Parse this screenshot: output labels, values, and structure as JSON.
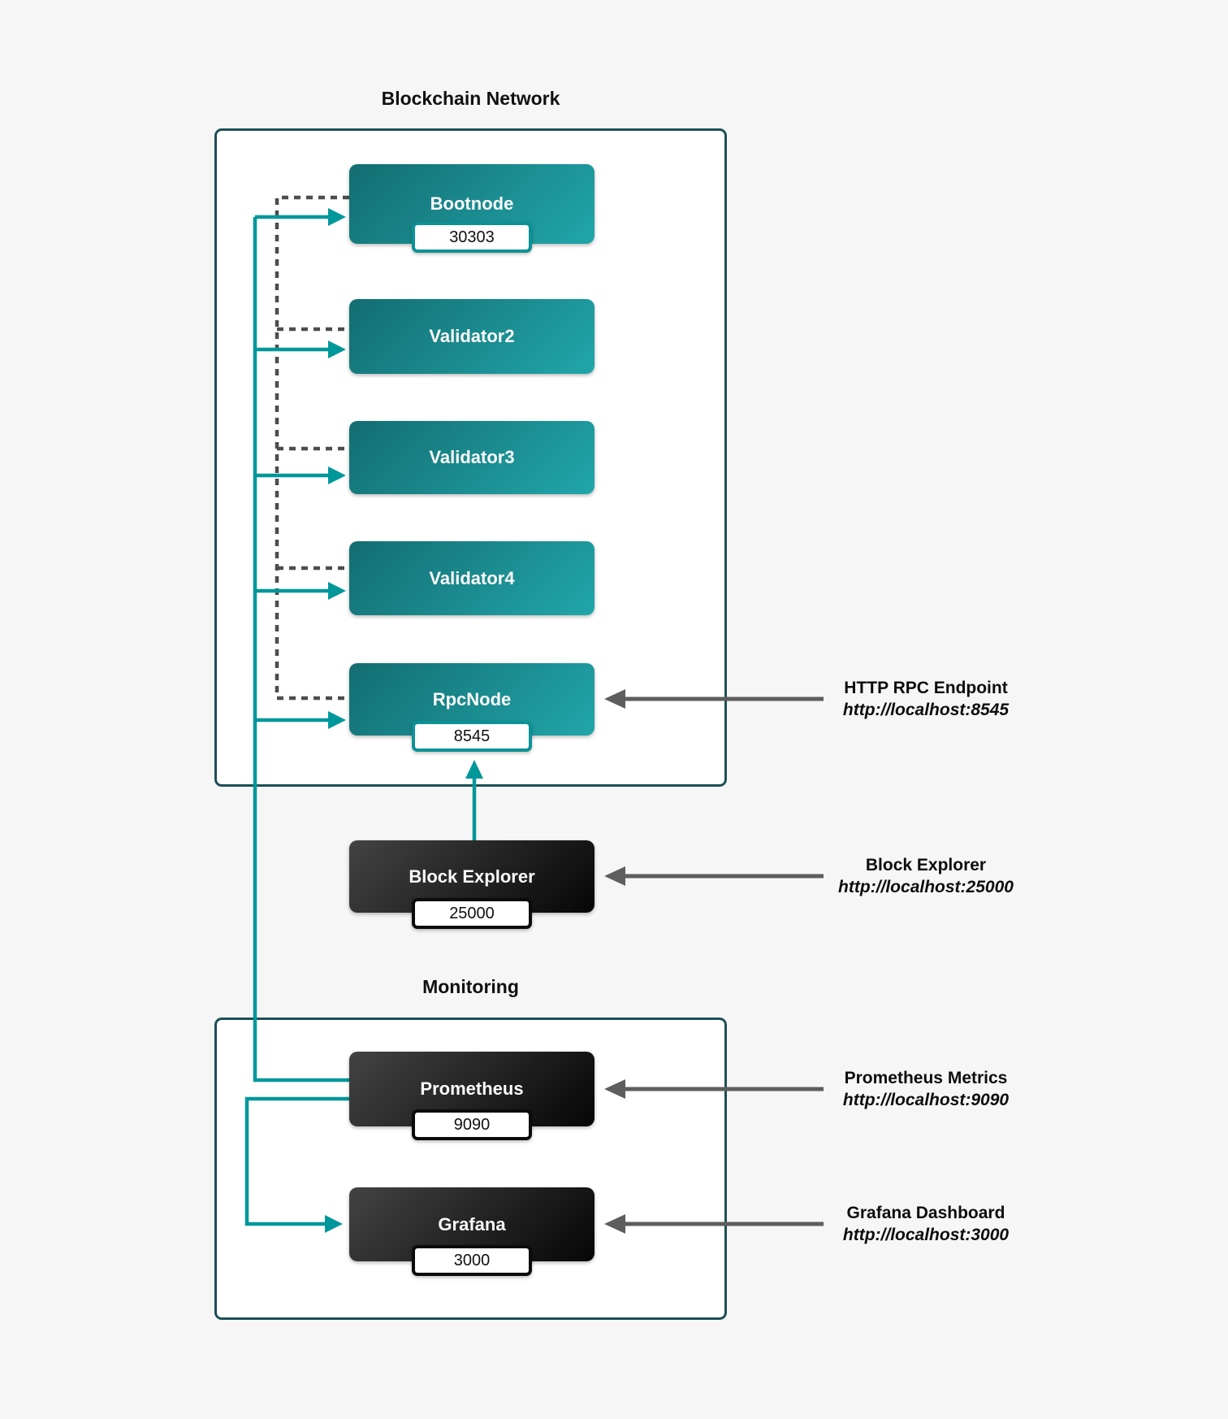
{
  "diagram": {
    "clusters": [
      {
        "title": "Blockchain Network"
      },
      {
        "title": "Monitoring"
      }
    ],
    "nodes": {
      "bootnode": {
        "label": "Bootnode",
        "port": "30303"
      },
      "validator2": {
        "label": "Validator2"
      },
      "validator3": {
        "label": "Validator3"
      },
      "validator4": {
        "label": "Validator4"
      },
      "rpcnode": {
        "label": "RpcNode",
        "port": "8545"
      },
      "block_explorer": {
        "label": "Block Explorer",
        "port": "25000"
      },
      "prometheus": {
        "label": "Prometheus",
        "port": "9090"
      },
      "grafana": {
        "label": "Grafana",
        "port": "3000"
      }
    },
    "callouts": [
      {
        "title": "HTTP RPC Endpoint",
        "url": "http://localhost:8545"
      },
      {
        "title": "Block Explorer",
        "url": "http://localhost:25000"
      },
      {
        "title": "Prometheus Metrics",
        "url": "http://localhost:9090"
      },
      {
        "title": "Grafana Dashboard",
        "url": "http://localhost:3000"
      }
    ],
    "colors": {
      "background": "#f6f6f7",
      "cluster_fill": "#ffffff",
      "cluster_border": "#1d4f57",
      "teal_node_gradient_start": "#136d71",
      "teal_node_gradient_end": "#21a6aa",
      "dark_node_gradient_start": "#434343",
      "dark_node_gradient_end": "#060606",
      "teal_edge": "#00979b",
      "dashed_edge": "#4d4d4d",
      "callout_arrow": "#5e5e5e",
      "badge_border_teal": "#0c9296",
      "badge_border_dark": "#0b0b0b",
      "node_text": "#fafafa",
      "badge_text": "#111111"
    }
  }
}
